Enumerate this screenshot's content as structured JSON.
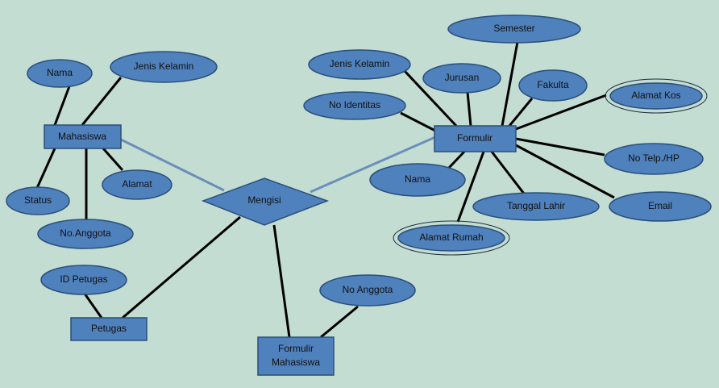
{
  "entities": {
    "mahasiswa": "Mahasiswa",
    "formulir": "Formulir",
    "petugas": "Petugas",
    "formulir_mahasiswa_line1": "Formulir",
    "formulir_mahasiswa_line2": "Mahasiswa"
  },
  "relationship": {
    "mengisi": "Mengisi"
  },
  "attributes": {
    "mahasiswa": {
      "nama": "Nama",
      "jenis_kelamin": "Jenis Kelamin",
      "alamat": "Alamat",
      "status": "Status",
      "no_anggota": "No.Anggota"
    },
    "petugas": {
      "id_petugas": "ID Petugas"
    },
    "formulir_mahasiswa": {
      "no_anggota": "No Anggota"
    },
    "formulir": {
      "semester": "Semester",
      "jenis_kelamin": "Jenis Kelamin",
      "jurusan": "Jurusan",
      "fakulta": "Fakulta",
      "alamat_kos": "Alamat Kos",
      "no_identitas": "No Identitas",
      "no_telp": "No Telp./HP",
      "nama": "Nama",
      "tanggal_lahir": "Tanggal Lahir",
      "email": "Email",
      "alamat_rumah": "Alamat Rumah"
    }
  },
  "colors": {
    "background": "#c4ddd3",
    "shape_fill": "#4f81bd",
    "edge": "#000000",
    "relationship_edge": "#6a8fb8"
  }
}
